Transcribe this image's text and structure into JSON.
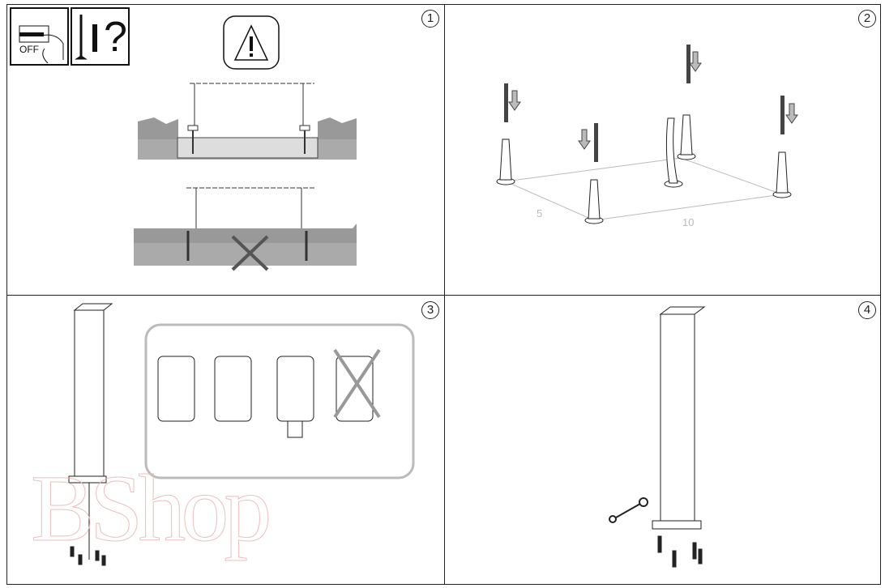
{
  "steps": [
    {
      "number": "1"
    },
    {
      "number": "2"
    },
    {
      "number": "3"
    },
    {
      "number": "4"
    }
  ],
  "step1": {
    "off_label": "OFF",
    "question_mark": "?"
  },
  "step2": {
    "dimension_short": "5",
    "dimension_long": "10"
  },
  "watermark": "BShop"
}
